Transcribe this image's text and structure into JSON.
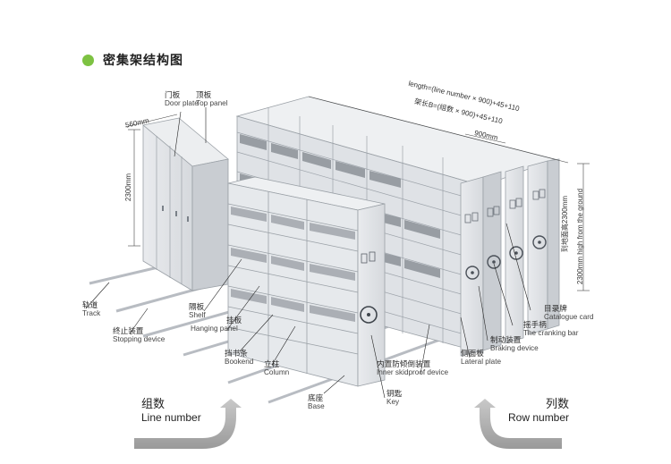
{
  "title": "密集架结构图",
  "accent_color": "#7dc242",
  "dimensions": {
    "length_formula": "length=(line number × 900)+45+110",
    "length_formula_zh": "架长B=(组数 × 900)+45+110",
    "depth": "560mm",
    "height": "2300mm",
    "width": "900mm",
    "height_right_zh": "到地面高2300mm",
    "height_right_en": "2300mm high from the ground"
  },
  "labels": {
    "door_plate": {
      "zh": "门板",
      "en": "Door plate"
    },
    "top_panel": {
      "zh": "顶板",
      "en": "Top panel"
    },
    "track": {
      "zh": "轨道",
      "en": "Track"
    },
    "stopping_device": {
      "zh": "终止装置",
      "en": "Stopping device"
    },
    "shelf": {
      "zh": "隔板",
      "en": "Shelf"
    },
    "hanging_panel": {
      "zh": "挂板",
      "en": "Hanging panel"
    },
    "bookend": {
      "zh": "挡书条",
      "en": "Bookend"
    },
    "column": {
      "zh": "立柱",
      "en": "Column"
    },
    "base": {
      "zh": "底座",
      "en": "Base"
    },
    "key": {
      "zh": "钥匙",
      "en": "Key"
    },
    "inner_skidproof": {
      "zh": "内置防倾倒装置",
      "en": "Inner skidproof device"
    },
    "lateral_plate": {
      "zh": "侧面板",
      "en": "Lateral plate"
    },
    "braking_device": {
      "zh": "制动装置",
      "en": "Braking device"
    },
    "cranking_bar": {
      "zh": "摇手柄",
      "en": "The cranking bar"
    },
    "catalogue_card": {
      "zh": "目录牌",
      "en": "Catalogue card"
    }
  },
  "line_number": {
    "zh": "组数",
    "en": "Line number"
  },
  "row_number": {
    "zh": "列数",
    "en": "Row number"
  }
}
